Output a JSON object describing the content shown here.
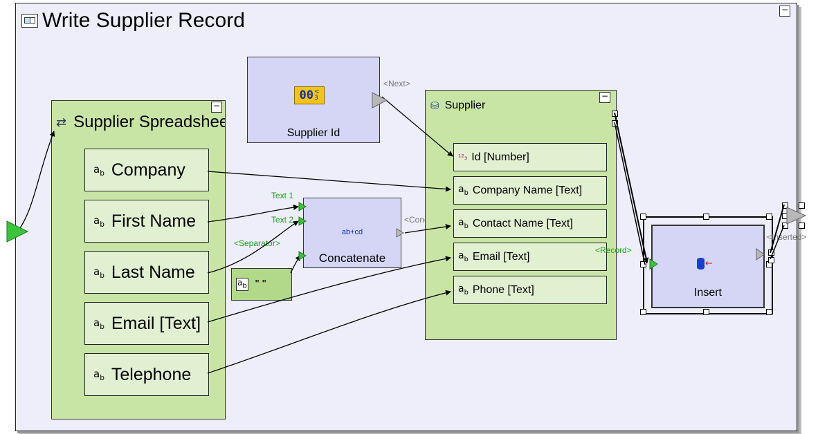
{
  "frame": {
    "title": "Write Supplier Record",
    "collapse": "−"
  },
  "spreadsheet": {
    "title": "Supplier Spreadsheet",
    "collapse": "−",
    "fields": [
      "Company",
      "First Name",
      "Last Name",
      "Email [Text]",
      "Telephone"
    ]
  },
  "supplier_id": {
    "label": "Supplier Id",
    "icon_text": "00",
    "output_label": "<Next>"
  },
  "concatenate": {
    "label": "Concatenate",
    "icon_text": "ab+cd",
    "inputs": [
      "Text 1",
      "Text 2",
      "<Separator>"
    ],
    "output_label": "<Concatenation>"
  },
  "constant": {
    "value": "\" \""
  },
  "supplier": {
    "title": "Supplier",
    "collapse": "−",
    "fields": [
      {
        "icon": "number",
        "label": "Id [Number]"
      },
      {
        "icon": "text",
        "label": "Company Name [Text]"
      },
      {
        "icon": "text",
        "label": "Contact Name [Text]"
      },
      {
        "icon": "text",
        "label": "Email [Text]"
      },
      {
        "icon": "text",
        "label": "Phone [Text]"
      }
    ]
  },
  "insert": {
    "label": "Insert",
    "input_label": "<Record>",
    "output_label": "<Inserted>"
  },
  "colors": {
    "panel": "#c9e5a6",
    "field": "#e2f0d2",
    "block": "#d5d6f6",
    "port": "#1aa01a",
    "canvas": "#eeeefa"
  }
}
